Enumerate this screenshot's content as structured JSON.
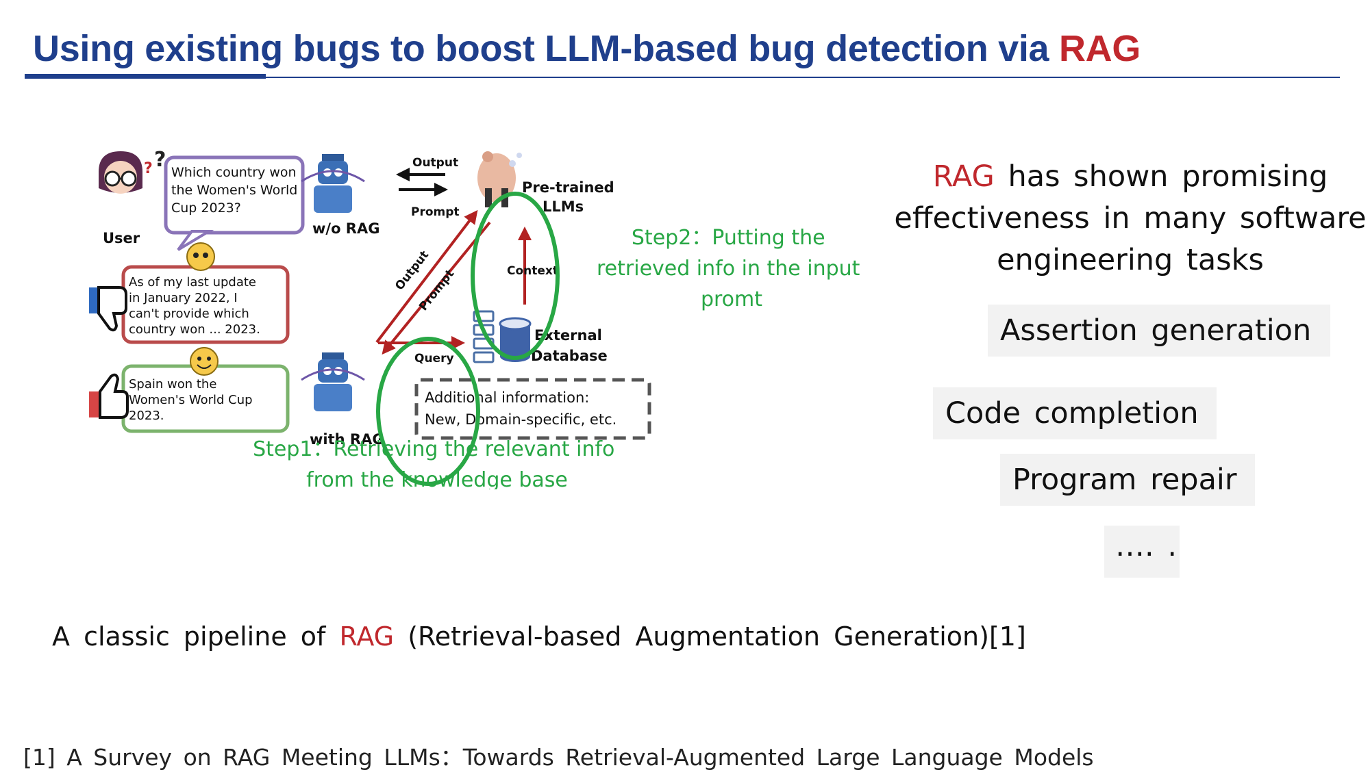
{
  "slide": {
    "title_main": "Using existing bugs to boost LLM-based bug detection via ",
    "title_highlight": "RAG",
    "accent_color": "#1f3f8c",
    "highlight_color": "#c0282d",
    "annotation_color": "#28a745"
  },
  "figure": {
    "user_label": "User",
    "question_lines": [
      "Which country won",
      "the Women's World",
      "Cup 2023?"
    ],
    "wo_rag_label": "w/o RAG",
    "with_rag_label": "with RAG",
    "bad_answer_lines": [
      "As of my last update",
      "in January 2022, I",
      "can't provide which",
      "country won ... 2023."
    ],
    "good_answer_lines": [
      "Spain won the",
      "Women's World Cup",
      "2023."
    ],
    "output_label": "Output",
    "prompt_label": "Prompt",
    "output_diag_label": "Output",
    "prompt_diag_label": "Prompt",
    "query_label": "Query",
    "context_label": "Context",
    "llm_label_lines": [
      "Pre-trained",
      "LLMs"
    ],
    "db_label_lines": [
      "External",
      "Database"
    ],
    "additional_info_lines": [
      "Additional information:",
      "New, Domain-specific, etc."
    ],
    "step1_lines": [
      "Step1：Retrieving the relevant info",
      "from the knowledge base"
    ],
    "step2_lines": [
      "Step2：Putting the",
      "retrieved info in the input",
      "promt"
    ],
    "icons": [
      "confused-user-icon",
      "robot-icon",
      "llama-icon",
      "database-icon",
      "server-icon",
      "thumbs-down-icon",
      "thumbs-up-icon",
      "emoji-icon"
    ]
  },
  "summary": {
    "highlight": "RAG",
    "rest_line1": " has shown promising",
    "line2": "effectiveness in many software",
    "line3": "engineering tasks"
  },
  "tasks": [
    "Assertion generation",
    "Code completion",
    "Program repair",
    "…. ."
  ],
  "caption": {
    "prefix": "A classic pipeline of ",
    "highlight": "RAG",
    "suffix": " (Retrieval-based Augmentation Generation)[1]"
  },
  "reference": "[1] A Survey on RAG Meeting LLMs：Towards Retrieval-Augmented Large Language Models"
}
